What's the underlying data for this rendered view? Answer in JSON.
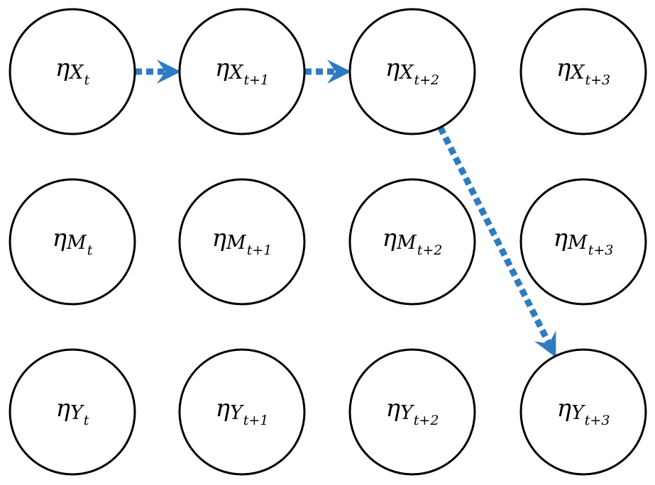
{
  "diagram": {
    "arrow_color": "#2e7cc0",
    "node_stroke": "#000000",
    "nodes": [
      {
        "id": "x0",
        "greek": "η",
        "var": "X",
        "sub": "t"
      },
      {
        "id": "x1",
        "greek": "η",
        "var": "X",
        "sub": "t+1"
      },
      {
        "id": "x2",
        "greek": "η",
        "var": "X",
        "sub": "t+2"
      },
      {
        "id": "x3",
        "greek": "η",
        "var": "X",
        "sub": "t+3"
      },
      {
        "id": "m0",
        "greek": "η",
        "var": "M",
        "sub": "t"
      },
      {
        "id": "m1",
        "greek": "η",
        "var": "M",
        "sub": "t+1"
      },
      {
        "id": "m2",
        "greek": "η",
        "var": "M",
        "sub": "t+2"
      },
      {
        "id": "m3",
        "greek": "η",
        "var": "M",
        "sub": "t+3"
      },
      {
        "id": "y0",
        "greek": "η",
        "var": "Y",
        "sub": "t"
      },
      {
        "id": "y1",
        "greek": "η",
        "var": "Y",
        "sub": "t+1"
      },
      {
        "id": "y2",
        "greek": "η",
        "var": "Y",
        "sub": "t+2"
      },
      {
        "id": "y3",
        "greek": "η",
        "var": "Y",
        "sub": "t+3"
      }
    ],
    "edges": [
      {
        "from": "x0",
        "to": "x1",
        "style": "dashed"
      },
      {
        "from": "x1",
        "to": "x2",
        "style": "dashed"
      },
      {
        "from": "x2",
        "to": "y3",
        "style": "dashed"
      }
    ]
  }
}
